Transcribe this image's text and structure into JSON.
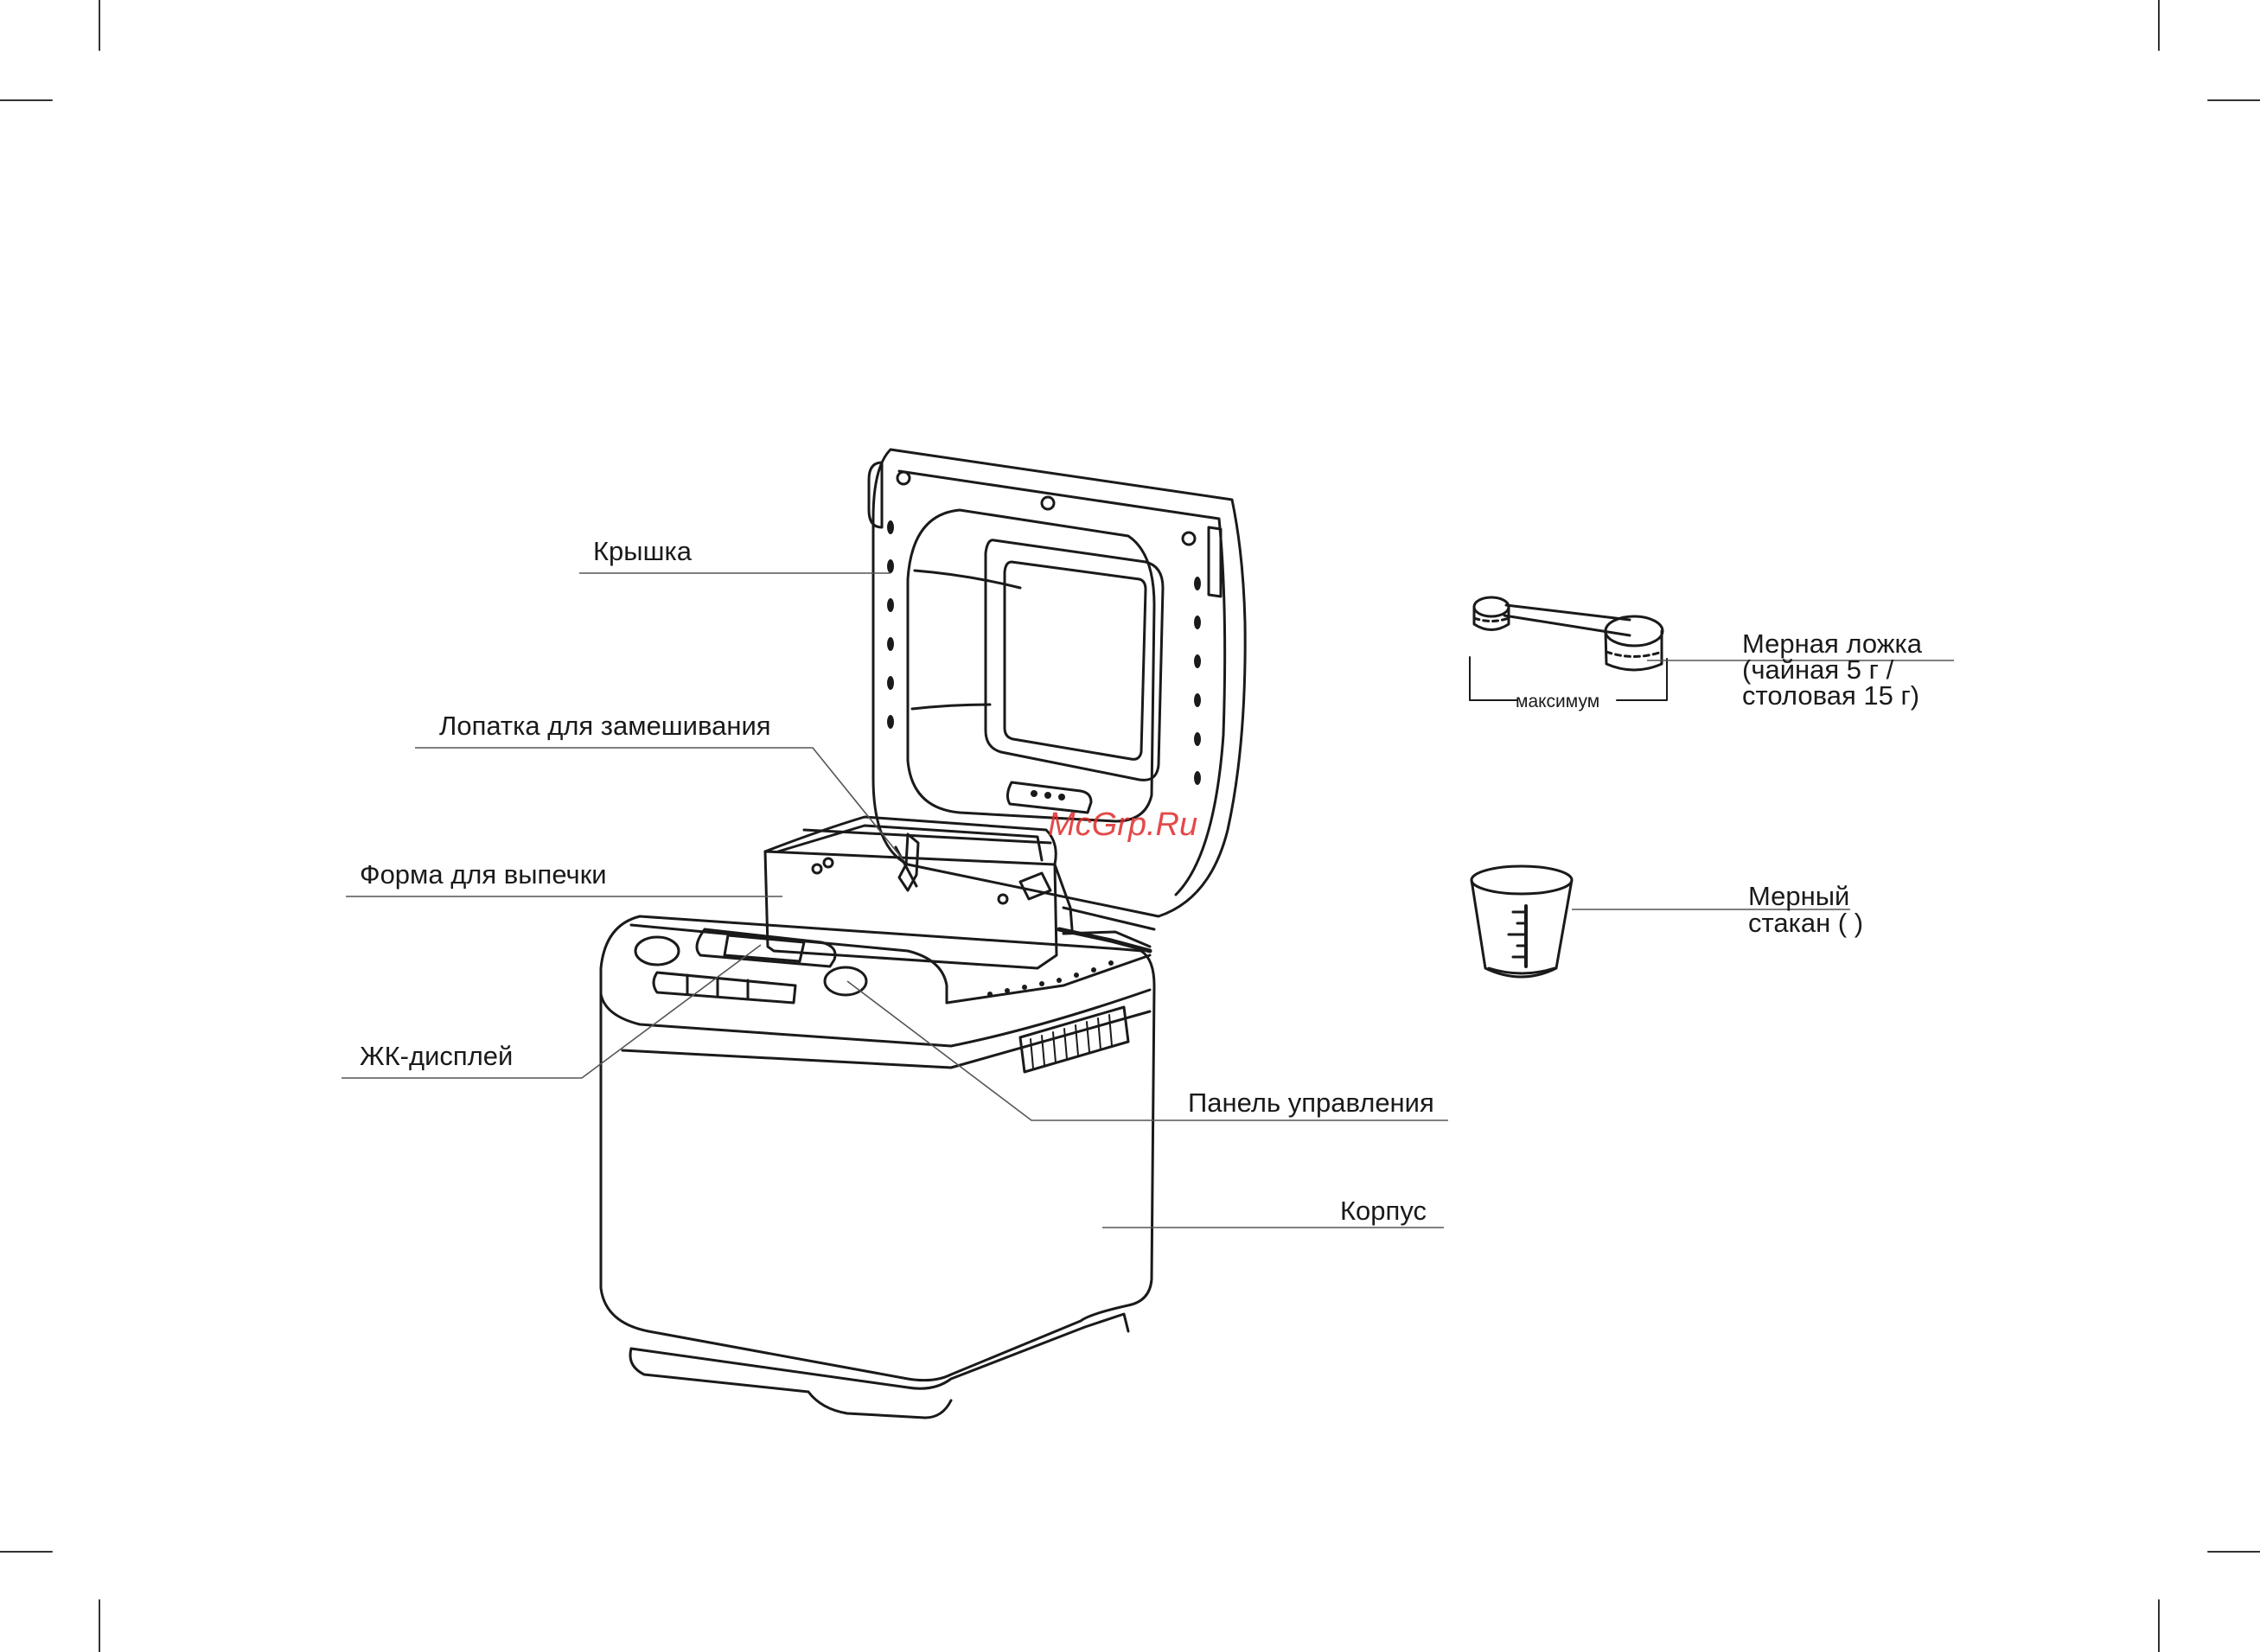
{
  "labels": {
    "lid": "Крышка",
    "paddle": "Лопатка для замешивания",
    "pan": "Форма для выпечки",
    "lcd": "ЖК-дисплей",
    "control_panel": "Панель управления",
    "body": "Корпус",
    "spoon_line1": "Мерная ложка",
    "spoon_line2": "(чайная 5 г /",
    "spoon_line3": "столовая 15 г)",
    "spoon_max": "максимум",
    "cup_line1": "Мерный",
    "cup_line2": "стакан (            )"
  },
  "watermark": "McGrp.Ru",
  "colors": {
    "line": "#1a1a1a",
    "leader": "#555555",
    "watermark": "#e02a2a"
  }
}
